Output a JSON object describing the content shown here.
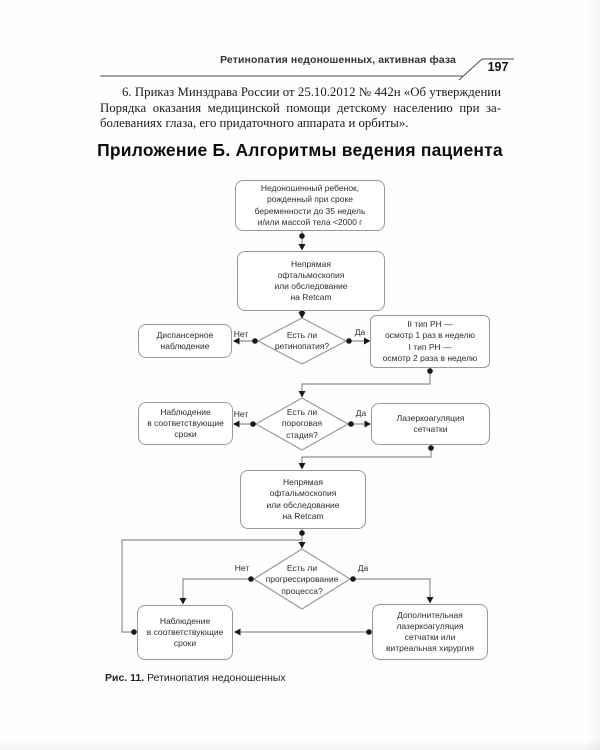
{
  "doc": {
    "running_title": "Ретинопатия недоношенных, активная фаза",
    "page_number": "197",
    "paragraph_lines": [
      "6. Приказ Минздрава России от 25.10.2012 № 442н «Об утверждении",
      "Порядка оказания медицинской помощи детскому населению при за-",
      "болеваниях глаза, его придаточного аппарата и орбиты»."
    ],
    "appendix_title": "Приложение Б. Алгоритмы ведения пациента",
    "figure_caption_label": "Рис. 11.",
    "figure_caption_text": "Ретинопатия недоношенных"
  },
  "flowchart": {
    "nodes": {
      "start": "Недоношенный ребенок,\nрожденный при сроке\nбеременности до 35 недель\nи/или массой тела <2000 г",
      "exam1": "Непрямая\nофтальмоскопия\nили обследование\nна Retcam",
      "q_retinopathy": "Есть ли\nретинопатия?",
      "dispensary": "Диспансерное\nнаблюдение",
      "rop_schedule": "II тип РН —\nосмотр 1 раз в неделю\nI тип РН —\nосмотр 2 раза в неделю",
      "q_threshold": "Есть ли\nпороговая\nстадия?",
      "observe1": "Наблюдение\nв соответствующие\nсроки",
      "laser": "Лазеркоагуляция\nсетчатки",
      "exam2": "Непрямая\nофтальмоскопия\nили обследование\nна Retcam",
      "q_progression": "Есть ли\nпрогрессирование\nпроцесса?",
      "observe2": "Наблюдение\nв соответствующие\nсроки",
      "extra_surgery": "Дополнительная\nлазеркоагуляция\nсетчатки или\nвитреальная хирургия"
    },
    "branch_labels": {
      "no1": "Нет",
      "yes1": "Да",
      "no2": "Нет",
      "yes2": "Да",
      "no3": "Нет",
      "yes3": "Да"
    },
    "colors": {
      "connector": "#8f8f8f",
      "node_border": "#999999",
      "marker": "#1a1a1a",
      "text": "#2e2e2e"
    }
  }
}
